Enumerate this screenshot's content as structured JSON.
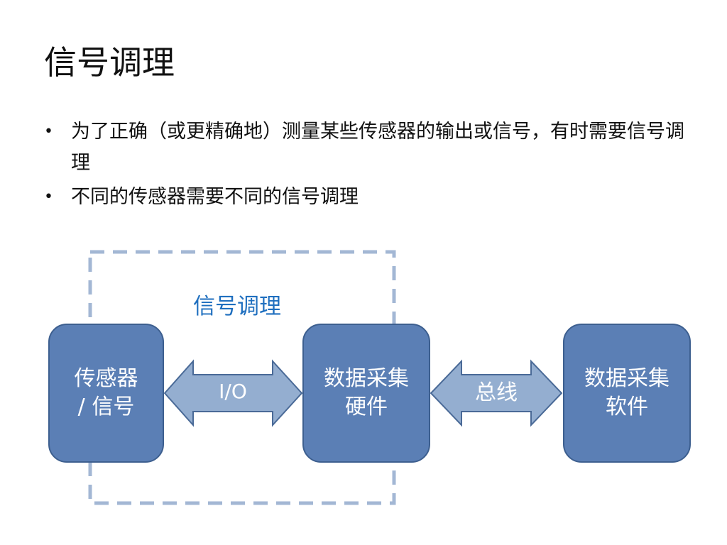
{
  "slide": {
    "title": "信号调理",
    "bullets": [
      "为了正确（或更精确地）测量某些传感器的输出或信号，有时需要信号调理",
      "不同的传感器需要不同的信号调理"
    ]
  },
  "diagram": {
    "region_label": "信号调理",
    "boxes": [
      {
        "line1": "传感器",
        "line2": "/ 信号"
      },
      {
        "line1": "数据采集",
        "line2": "硬件"
      },
      {
        "line1": "数据采集",
        "line2": "软件"
      }
    ],
    "arrows": [
      {
        "label": "I/O"
      },
      {
        "label": "总线"
      }
    ],
    "colors": {
      "box_fill": "#5b7fb5",
      "box_border": "#3d5f8f",
      "arrow_fill": "#94aed0",
      "arrow_border": "#4a6a97",
      "dashed_border": "#a3b7d4",
      "region_label": "#1f6fbf"
    }
  }
}
